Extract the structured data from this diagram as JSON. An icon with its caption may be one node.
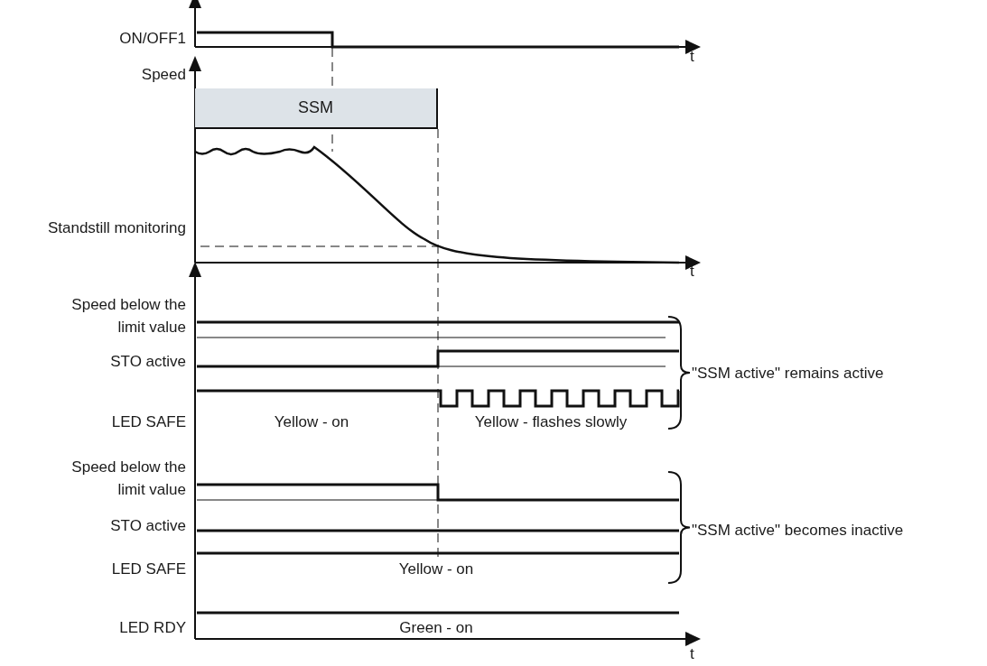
{
  "diagram": {
    "nodes": [
      {
        "text": [
          "SSM"
        ]
      }
    ],
    "labels": [
      "ON/OFF1",
      "t",
      "Speed",
      "Standstill monitoring",
      "t",
      "Speed below the limit value",
      "STO active",
      "\"SSM active\" remains active",
      "LED SAFE",
      "Yellow - on",
      "Yellow - flashes slowly",
      "Speed below the limit value",
      "STO active",
      "\"SSM active\" becomes inactive",
      "LED SAFE",
      "Yellow - on",
      "LED RDY",
      "Green - on",
      "t"
    ]
  }
}
